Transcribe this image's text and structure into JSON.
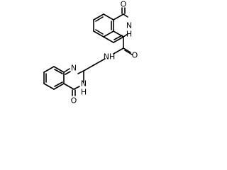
{
  "molecule": {
    "atom_labels": {
      "o_top": "O",
      "nh_top": "N",
      "h_top": "H",
      "o_amide": "O",
      "nh_amide": "NH",
      "n_quinaz": "N",
      "n_h_bottom": "N",
      "h_bottom": "H",
      "o_bottom": "O"
    }
  }
}
